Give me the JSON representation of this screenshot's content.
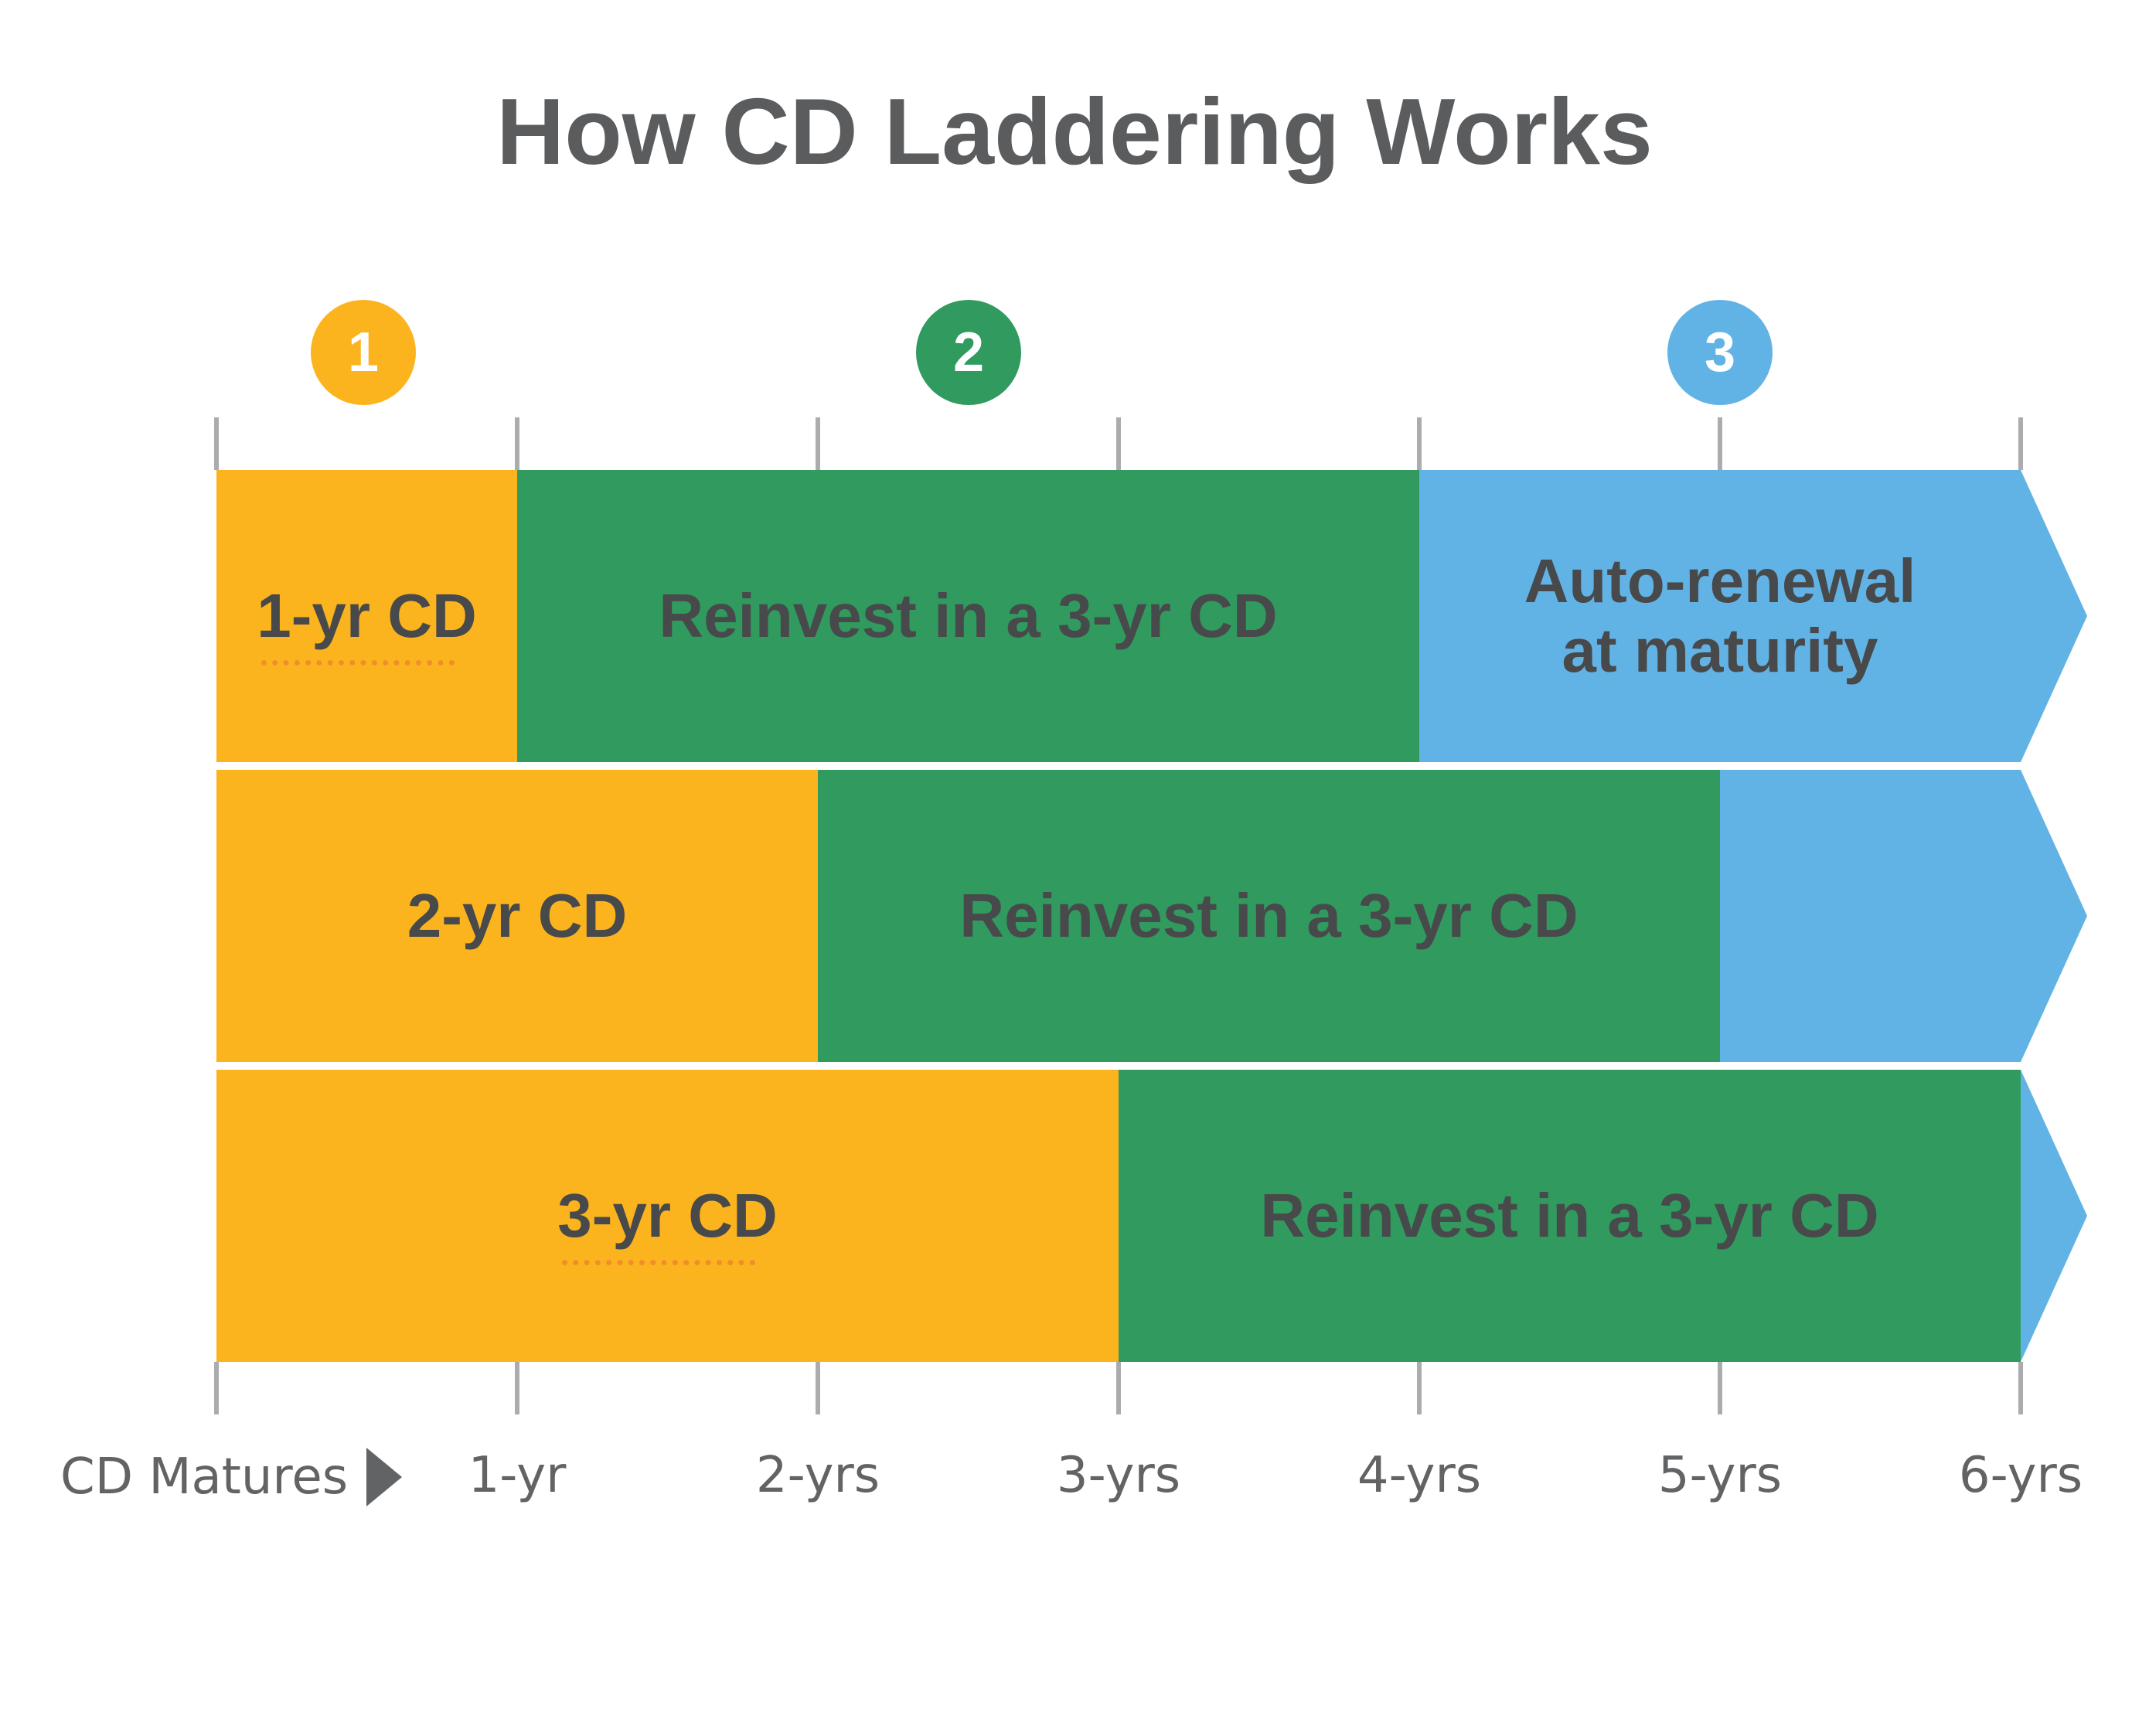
{
  "title": "How CD Laddering Works",
  "colors": {
    "yellow": "#FBB41E",
    "green": "#309A5F",
    "blue": "#62B3E5",
    "text_dark": "#48494B",
    "title_text": "#5B5C5E",
    "axis_text": "#626365",
    "tick": "#ABACAE"
  },
  "steps": [
    {
      "number": "1",
      "color": "#FBB41E",
      "at_year": 0.5
    },
    {
      "number": "2",
      "color": "#309A5F",
      "at_year": 2.5
    },
    {
      "number": "3",
      "color": "#62B3E5",
      "at_year": 5
    }
  ],
  "rows": [
    {
      "segments": [
        {
          "label": "1-yr CD",
          "color": "yellow",
          "start_year": 0,
          "end_year": 1
        },
        {
          "label": "Reinvest in a 3-yr CD",
          "color": "green",
          "start_year": 1,
          "end_year": 4
        },
        {
          "label": "Auto-renewal at maturity",
          "label_lines": [
            "Auto-renewal",
            "at maturity"
          ],
          "color": "blue",
          "start_year": 4,
          "end_year": 6,
          "arrow_tip": true
        }
      ]
    },
    {
      "segments": [
        {
          "label": "2-yr CD",
          "color": "yellow",
          "start_year": 0,
          "end_year": 2
        },
        {
          "label": "Reinvest in a 3-yr CD",
          "color": "green",
          "start_year": 2,
          "end_year": 5
        },
        {
          "color": "blue",
          "start_year": 5,
          "end_year": 6,
          "arrow_tip": true
        }
      ]
    },
    {
      "segments": [
        {
          "label": "3-yr CD",
          "color": "yellow",
          "start_year": 0,
          "end_year": 3
        },
        {
          "label": "Reinvest in a 3-yr CD",
          "color": "green",
          "start_year": 3,
          "end_year": 6
        },
        {
          "color": "blue",
          "start_year": 6,
          "arrow_tip": true
        }
      ]
    }
  ],
  "axis": {
    "origin_label": "CD Matures",
    "tick_labels": [
      "1-yr",
      "2-yrs",
      "3-yrs",
      "4-yrs",
      "5-yrs",
      "6-yrs"
    ],
    "range_years": [
      0,
      6
    ]
  },
  "chart_data": {
    "type": "gantt",
    "title": "How CD Laddering Works",
    "xlabel": "CD Matures",
    "x_ticks": [
      "1-yr",
      "2-yrs",
      "3-yrs",
      "4-yrs",
      "5-yrs",
      "6-yrs"
    ],
    "xlim_years": [
      0,
      6
    ],
    "grid": false,
    "rows": [
      {
        "segments": [
          {
            "label": "1-yr CD",
            "start": 0,
            "end": 1,
            "color": "#FBB41E"
          },
          {
            "label": "Reinvest in a 3-yr CD",
            "start": 1,
            "end": 4,
            "color": "#309A5F"
          },
          {
            "label": "Auto-renewal at maturity",
            "start": 4,
            "end": 6,
            "color": "#62B3E5",
            "continues_beyond_axis": true
          }
        ]
      },
      {
        "segments": [
          {
            "label": "2-yr CD",
            "start": 0,
            "end": 2,
            "color": "#FBB41E"
          },
          {
            "label": "Reinvest in a 3-yr CD",
            "start": 2,
            "end": 5,
            "color": "#309A5F"
          },
          {
            "label": "",
            "start": 5,
            "end": 6,
            "color": "#62B3E5",
            "continues_beyond_axis": true
          }
        ]
      },
      {
        "segments": [
          {
            "label": "3-yr CD",
            "start": 0,
            "end": 3,
            "color": "#FBB41E"
          },
          {
            "label": "Reinvest in a 3-yr CD",
            "start": 3,
            "end": 6,
            "color": "#309A5F",
            "continues_beyond_axis": true
          }
        ]
      }
    ],
    "step_markers": [
      {
        "number": 1,
        "at_year": 0.5,
        "color": "#FBB41E"
      },
      {
        "number": 2,
        "at_year": 2.5,
        "color": "#309A5F"
      },
      {
        "number": 3,
        "at_year": 5,
        "color": "#62B3E5"
      }
    ]
  }
}
